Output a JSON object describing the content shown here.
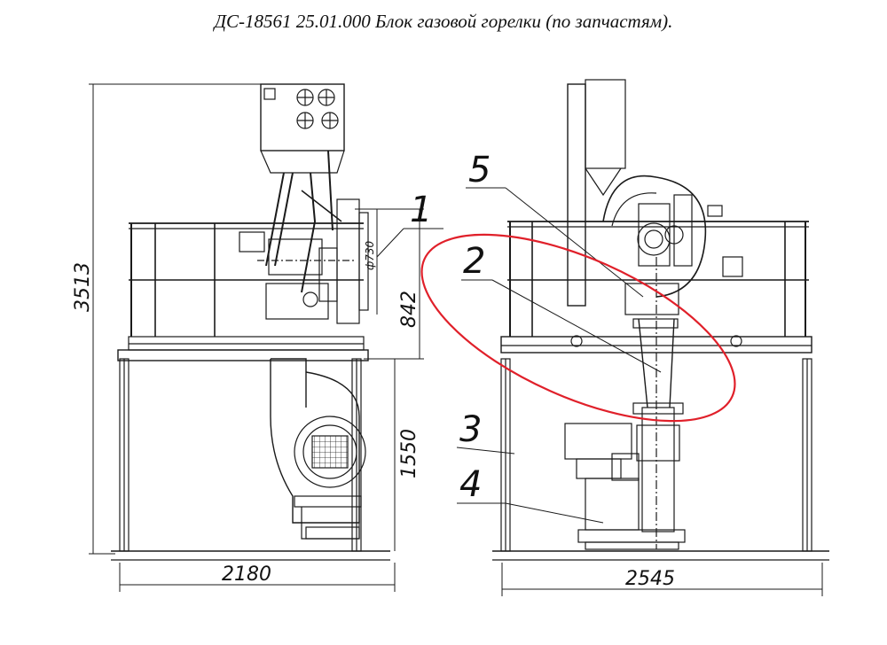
{
  "title": "ДС-18561  25.01.000  Блок газовой горелки  (по запчастям).",
  "dimensions": {
    "total_height": "3513",
    "upper_height": "842",
    "lower_height": "1550",
    "left_width": "2180",
    "right_width": "2545",
    "burner_diameter": "ф730"
  },
  "callouts": [
    "1",
    "2",
    "3",
    "4",
    "5"
  ],
  "highlight_color": "#e0202a"
}
